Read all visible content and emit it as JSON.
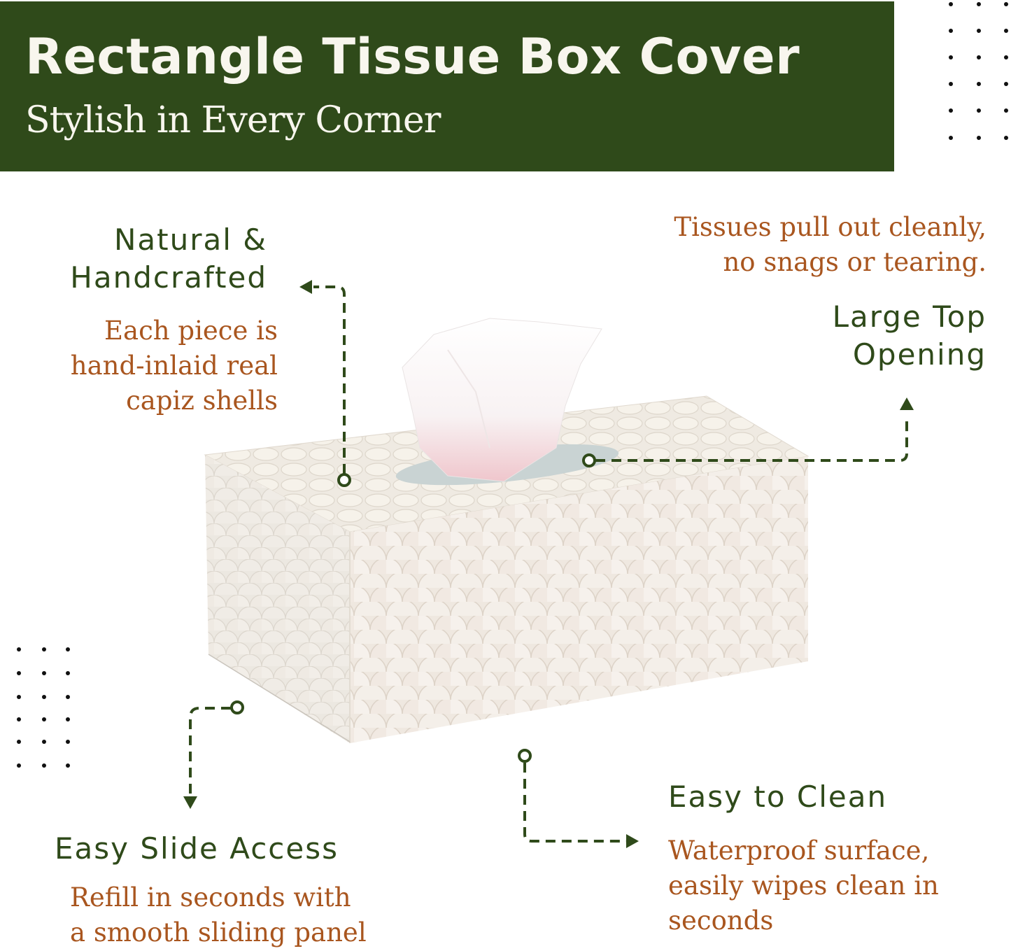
{
  "banner": {
    "title": "Rectangle Tissue Box Cover",
    "subtitle": "Stylish in Every Corner",
    "background_color": "#2f4a1a",
    "text_color": "#f8f6ee"
  },
  "colors": {
    "heading": "#2f4a1a",
    "body": "#a9561f",
    "connector": "#2f4a1a"
  },
  "product_image": {
    "description": "White capiz shell inlaid rectangle tissue box cover with tissue pulled from top opening",
    "icon": "tissue-box-image"
  },
  "features": [
    {
      "heading_lines": [
        "Natural &",
        "Handcrafted"
      ],
      "body_lines": [
        "Each piece is",
        "hand-inlaid real",
        "capiz shells"
      ]
    },
    {
      "heading_lines": [
        "Large Top",
        "Opening"
      ],
      "body_lines": [
        "Tissues pull out cleanly,",
        "no snags or tearing."
      ]
    },
    {
      "heading_lines": [
        "Easy Slide Access"
      ],
      "body_lines": [
        "Refill in seconds with",
        "a smooth sliding panel"
      ]
    },
    {
      "heading_lines": [
        "Easy to Clean"
      ],
      "body_lines": [
        "Waterproof surface,",
        "easily wipes clean in",
        "seconds"
      ]
    }
  ]
}
